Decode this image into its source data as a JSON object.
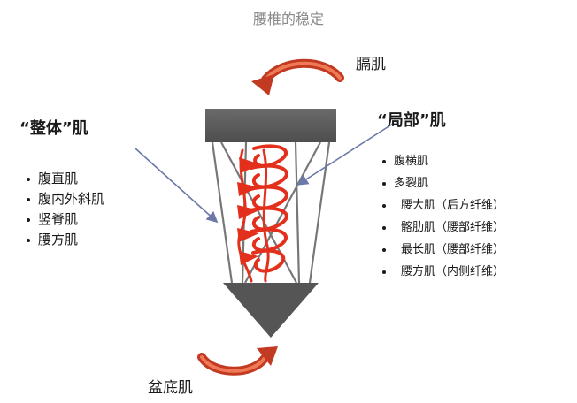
{
  "title": "腰椎的稳定",
  "diaphragm_label": "膈肌",
  "pelvic_floor_label": "盆底肌",
  "global_group": {
    "title": "“整体”肌",
    "items": [
      "腹直肌",
      "腹内外斜肌",
      "竖脊肌",
      "腰方肌"
    ]
  },
  "local_group": {
    "title": "“局部”肌",
    "items": [
      "腹横肌",
      "多裂肌",
      "腰大肌（后方纤维）",
      "髂肋肌（腰部纤维）",
      "最长肌（腰部纤维）",
      "腰方肌（内侧纤维）"
    ]
  },
  "colors": {
    "block": "#5c5c5c",
    "arrow_red": "#d93a1f",
    "helix_red": "#e3301c",
    "pointer_line": "#6b78a8",
    "frame_line": "#777777"
  }
}
